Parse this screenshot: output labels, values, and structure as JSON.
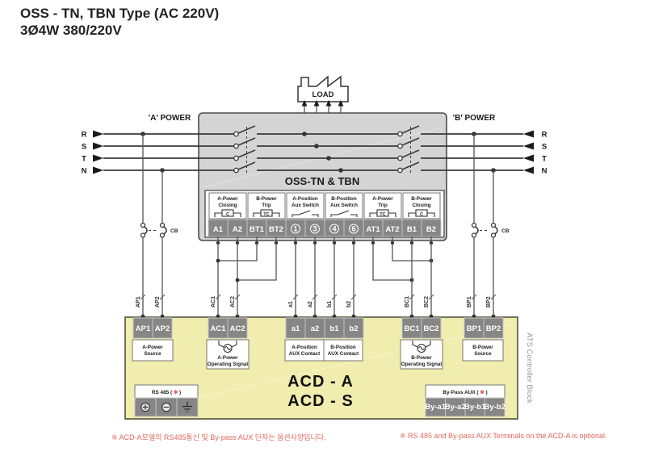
{
  "title": {
    "line1": "OSS - TN, TBN Type (AC 220V)",
    "line2": "3Ø4W 380/220V"
  },
  "load": {
    "label": "LOAD"
  },
  "sources": {
    "a_label": "'A' POWER",
    "b_label": "'B' POWER",
    "cb_label": "CB"
  },
  "phases": [
    "R",
    "S",
    "T",
    "N"
  ],
  "oss": {
    "name": "OSS-TN & TBN",
    "groups": [
      {
        "line1": "A-Power",
        "line2": "Closing",
        "coil": "C",
        "t1": "A1",
        "t2": "A2"
      },
      {
        "line1": "B-Power",
        "line2": "Trip",
        "coil": "TC",
        "t1": "BT1",
        "t2": "BT2"
      },
      {
        "line1": "A-Position",
        "line2": "Aux Switch",
        "coil": "",
        "t1": "1",
        "t2": "3"
      },
      {
        "line1": "B-Position",
        "line2": "Aux Switch",
        "coil": "",
        "t1": "4",
        "t2": "6"
      },
      {
        "line1": "A-Power",
        "line2": "Trip",
        "coil": "TC",
        "t1": "AT1",
        "t2": "AT2"
      },
      {
        "line1": "B-Power",
        "line2": "Closing",
        "coil": "C",
        "t1": "B1",
        "t2": "B2"
      }
    ]
  },
  "wires": {
    "labels": [
      "AP1",
      "AP2",
      "AC1",
      "AC2",
      "a1",
      "a2",
      "b1",
      "b2",
      "BC1",
      "BC2",
      "BP1",
      "BP2"
    ]
  },
  "acd": {
    "title_line1": "ACD - A",
    "title_line2": "ACD - S",
    "side_label": "ATS Controller Block",
    "groups": [
      {
        "t1": "AP1",
        "t2": "AP2",
        "line1": "A-Power",
        "line2": "Source"
      },
      {
        "t1": "AC1",
        "t2": "AC2",
        "line1": "A-Power",
        "line2": "Operating Signal",
        "symbol": "ac-source"
      },
      {
        "t1": "a1",
        "t2": "a2",
        "line1": "A-Position",
        "line2": "AUX Contact"
      },
      {
        "t1": "b1",
        "t2": "b2",
        "line1": "B-Position",
        "line2": "AUX Contact"
      },
      {
        "t1": "BC1",
        "t2": "BC2",
        "line1": "B-Power",
        "line2": "Operating Signal",
        "symbol": "ac-source"
      },
      {
        "t1": "BP1",
        "t2": "BP2",
        "line1": "B-Power",
        "line2": "Source"
      }
    ],
    "rs485": {
      "pre": "RS 485 ( ",
      "mark": "※",
      "post": " )",
      "terminals": [
        "plus",
        "minus",
        "ground"
      ]
    },
    "bypass": {
      "pre": "By-Pass AUX ( ",
      "mark": "※",
      "post": " )",
      "cells": [
        "By-a1",
        "By-a2",
        "By-b1",
        "By-b2"
      ]
    }
  },
  "footnotes": {
    "korean": "※ ACD-A모델의 RS485통신 및 By-pass AUX 단자는 옵션사양입니다.",
    "english": "※ RS 485 and By-pass AUX Terminals on the ACD-A is optional."
  },
  "colors": {
    "note_red": "#e4695c",
    "block_gray": "#d4d4d4",
    "terminal_gray": "#868686",
    "acd_yellow": "#f0edae"
  }
}
